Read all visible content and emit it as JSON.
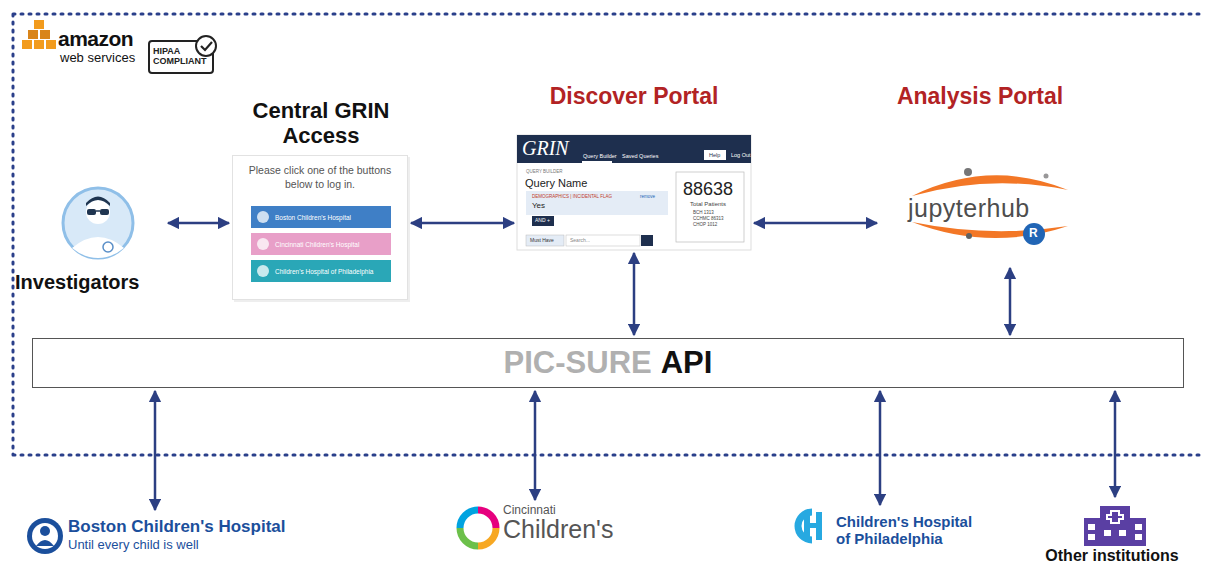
{
  "diagram": {
    "nodes": [
      {
        "text": [
          "Investigators"
        ]
      },
      {
        "text": [
          "Central GRIN Access",
          "Please click one of the buttons below to log in."
        ]
      },
      {
        "text": [
          "Boston Children's Hospital"
        ],
        "in": 1
      },
      {
        "text": [
          "Cincinnati Children's Hospital"
        ],
        "in": 1
      },
      {
        "text": [
          "Children's Hospital of Philadelphia"
        ],
        "in": 1
      },
      {
        "text": [
          "Discover Portal"
        ]
      },
      {
        "text": [
          "Analysis Portal",
          "jupyterhub"
        ]
      },
      {
        "text": [
          "PIC-SURE",
          "API"
        ]
      },
      {
        "text": [
          "Boston Children's Hospital",
          "Until every child is well"
        ]
      },
      {
        "text": [
          "Cincinnati",
          "Children's"
        ]
      },
      {
        "text": [
          "Children's Hospital of Philadelphia"
        ]
      },
      {
        "text": [
          "Other institutions"
        ]
      }
    ],
    "edges": [
      {
        "from": 0,
        "to": 1,
        "arrow": "both"
      },
      {
        "from": 1,
        "to": 5,
        "arrow": "both"
      },
      {
        "from": 5,
        "to": 6,
        "arrow": "both"
      },
      {
        "from": 5,
        "to": 7,
        "arrow": "both"
      },
      {
        "from": 6,
        "to": 7,
        "arrow": "both"
      },
      {
        "from": 7,
        "to": 8,
        "arrow": "both"
      },
      {
        "from": 7,
        "to": 9,
        "arrow": "both"
      },
      {
        "from": 7,
        "to": 10,
        "arrow": "both"
      },
      {
        "from": 7,
        "to": 11,
        "arrow": "both"
      }
    ],
    "labels": [
      "amazon",
      "web services",
      "HIPAA COMPLIANT",
      "GRIN",
      "Query Builder",
      "Saved Queries",
      "Help",
      "Log Out",
      "QUERY BUILDER",
      "Query Name",
      "DEMOGRAPHICS | INCIDENTAL FLAG",
      "Yes",
      "remove",
      "AND +",
      "Must Have",
      "Search...",
      "88638",
      "Total Patients",
      "BCH 1313",
      "CCHMC 86313",
      "CHOP 1012",
      "R"
    ]
  }
}
